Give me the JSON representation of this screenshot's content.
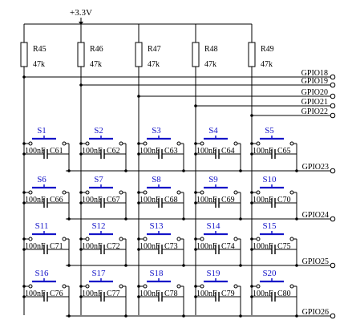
{
  "supply": {
    "label": "+3.3V"
  },
  "resistors": [
    {
      "name": "R45",
      "value": "47k"
    },
    {
      "name": "R46",
      "value": "47k"
    },
    {
      "name": "R47",
      "value": "47k"
    },
    {
      "name": "R48",
      "value": "47k"
    },
    {
      "name": "R49",
      "value": "47k"
    }
  ],
  "column_outputs": [
    "GPIO18",
    "GPIO19",
    "GPIO20",
    "GPIO21",
    "GPIO22"
  ],
  "row_inputs": [
    "GPIO23",
    "GPIO24",
    "GPIO25",
    "GPIO26"
  ],
  "keys": [
    [
      {
        "switch": "S1",
        "cap": "C61",
        "cap_value": "100nF"
      },
      {
        "switch": "S2",
        "cap": "C62",
        "cap_value": "100nF"
      },
      {
        "switch": "S3",
        "cap": "C63",
        "cap_value": "100nF"
      },
      {
        "switch": "S4",
        "cap": "C64",
        "cap_value": "100nF"
      },
      {
        "switch": "S5",
        "cap": "C65",
        "cap_value": "100nF"
      }
    ],
    [
      {
        "switch": "S6",
        "cap": "C66",
        "cap_value": "100nF"
      },
      {
        "switch": "S7",
        "cap": "C67",
        "cap_value": "100nF"
      },
      {
        "switch": "S8",
        "cap": "C68",
        "cap_value": "100nF"
      },
      {
        "switch": "S9",
        "cap": "C69",
        "cap_value": "100nF"
      },
      {
        "switch": "S10",
        "cap": "C70",
        "cap_value": "100nF"
      }
    ],
    [
      {
        "switch": "S11",
        "cap": "C71",
        "cap_value": "100nF"
      },
      {
        "switch": "S12",
        "cap": "C72",
        "cap_value": "100nF"
      },
      {
        "switch": "S13",
        "cap": "C73",
        "cap_value": "100nF"
      },
      {
        "switch": "S14",
        "cap": "C74",
        "cap_value": "100nF"
      },
      {
        "switch": "S15",
        "cap": "C75",
        "cap_value": "100nF"
      }
    ],
    [
      {
        "switch": "S16",
        "cap": "C76",
        "cap_value": "100nF"
      },
      {
        "switch": "S17",
        "cap": "C77",
        "cap_value": "100nF"
      },
      {
        "switch": "S18",
        "cap": "C78",
        "cap_value": "100nF"
      },
      {
        "switch": "S19",
        "cap": "C79",
        "cap_value": "100nF"
      },
      {
        "switch": "S20",
        "cap": "C80",
        "cap_value": "100nF"
      }
    ]
  ],
  "colors": {
    "wire": "#000000",
    "switch": "#1515c8"
  }
}
